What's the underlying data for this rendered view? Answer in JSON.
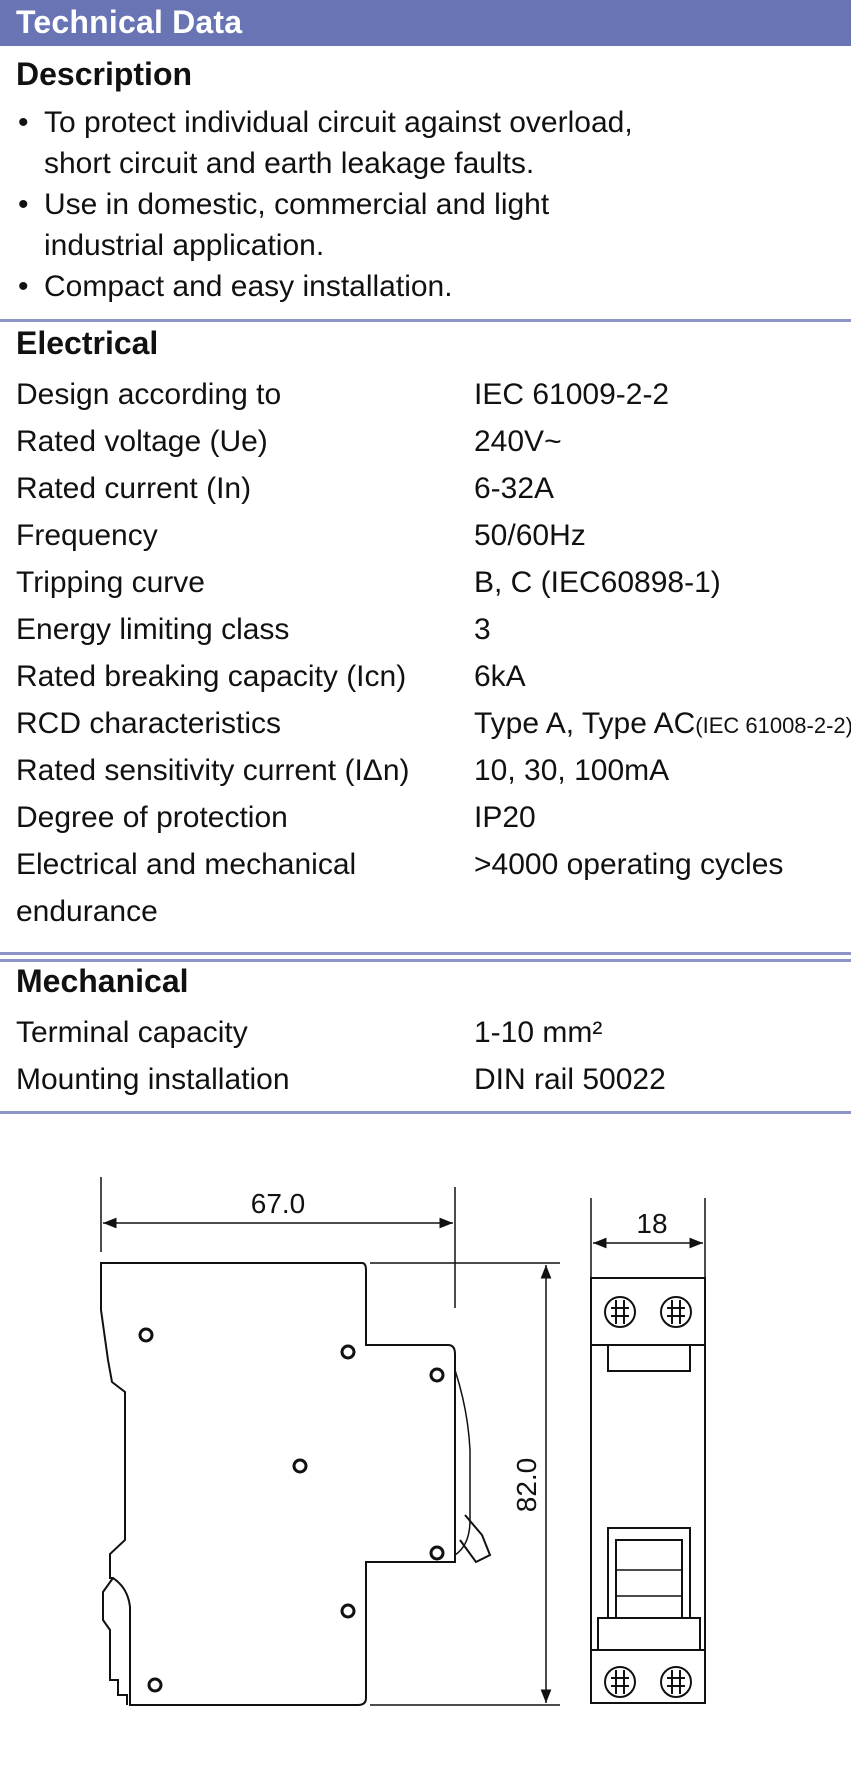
{
  "header": {
    "title": "Technical Data"
  },
  "description": {
    "title": "Description",
    "items": [
      "To protect individual circuit against overload, short circuit and earth leakage faults.",
      "Use in domestic, commercial and light industrial application.",
      "Compact and easy installation."
    ]
  },
  "electrical": {
    "title": "Electrical",
    "rows": [
      {
        "label": "Design according to",
        "value": "IEC 61009-2-2"
      },
      {
        "label": "Rated voltage (Ue)",
        "value": "240V~"
      },
      {
        "label": "Rated current (In)",
        "value": "6-32A"
      },
      {
        "label": "Frequency",
        "value": "50/60Hz"
      },
      {
        "label": "Tripping curve",
        "value": "B, C (IEC60898-1)"
      },
      {
        "label": "Energy limiting class",
        "value": "3"
      },
      {
        "label": "Rated breaking capacity (Icn)",
        "value": "6kA"
      },
      {
        "label": "RCD characteristics",
        "value": "Type A, Type AC",
        "note": "(IEC 61008-2-2)"
      },
      {
        "label": "Rated sensitivity current (IΔn)",
        "value": "10, 30, 100mA"
      },
      {
        "label": "Degree of protection",
        "value": "IP20"
      },
      {
        "label": "Electrical and mechanical",
        "label2": "endurance",
        "value": ">4000 operating cycles"
      }
    ]
  },
  "mechanical": {
    "title": "Mechanical",
    "rows": [
      {
        "label": "Terminal capacity",
        "value": "1-10 mm²"
      },
      {
        "label": "Mounting installation",
        "value": "DIN rail 50022"
      }
    ]
  },
  "drawing": {
    "width_dim": "67.0",
    "height_dim": "82.0",
    "front_width_dim": "18"
  }
}
